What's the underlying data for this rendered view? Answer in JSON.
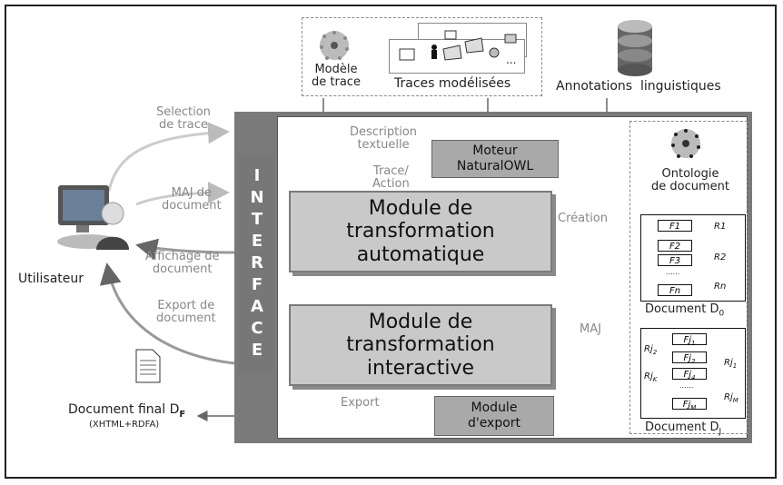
{
  "user": {
    "label": "Utilisateur"
  },
  "interface_letters": [
    "I",
    "N",
    "T",
    "E",
    "R",
    "F",
    "A",
    "C",
    "E"
  ],
  "left_flows": {
    "selection": "Selection\nde trace",
    "maj": "MAJ de\ndocument",
    "affichage": "Affichage de\ndocument",
    "export": "Export de\ndocument"
  },
  "top": {
    "modele_trace": "Modèle\nde trace",
    "traces_modelisees": "Traces modélisées",
    "annotations": "Annotations  linguistiques",
    "ellipsis": "..."
  },
  "modules": {
    "moteur": "Moteur\nNaturalOWL",
    "auto": "Module de\ntransformation\nautomatique",
    "interactive": "Module de\ntransformation\ninteractive",
    "export": "Module\nd'export"
  },
  "flow_labels": {
    "description": "Description\ntextuelle",
    "trace_action": "Trace/\nAction",
    "creation": "Création",
    "maj": "MAJ",
    "export": "Export"
  },
  "ontology": {
    "label": "Ontologie\nde document",
    "doc0": "Document D",
    "doc0_sub": "0",
    "docj": "Document D",
    "docj_sub": "J",
    "dots": "......",
    "f_items": [
      "F1",
      "F2",
      "F3",
      "Fn"
    ],
    "r_items": [
      "R1",
      "R2",
      "Rn"
    ],
    "fj_items": [
      "Fj",
      "Fj",
      "Fj",
      "Fj"
    ],
    "fj_subs": [
      "1",
      "2",
      "4",
      "M"
    ],
    "rj_items": [
      "Rj",
      "Rj",
      "Rj",
      "Rj"
    ],
    "rj_subs": [
      "2",
      "K",
      "1",
      "M"
    ]
  },
  "final_doc": {
    "label": "Document final D",
    "sub": "F",
    "format": "(XHTML+RDFA)"
  }
}
